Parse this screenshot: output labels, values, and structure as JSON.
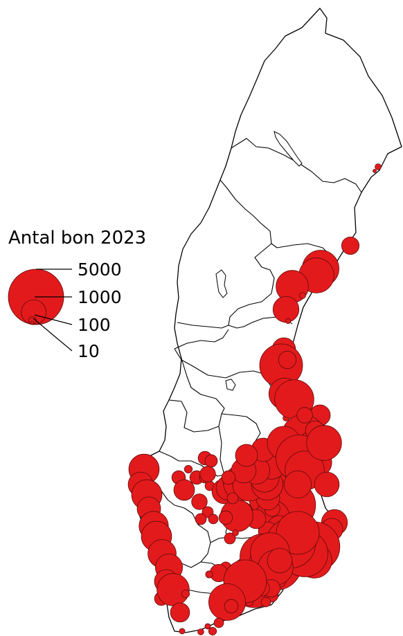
{
  "legend": {
    "title": "Antal bon 2023",
    "fill_color": "#e31a1c",
    "levels": [
      {
        "value": 5000,
        "label": "5000"
      },
      {
        "value": 1000,
        "label": "1000"
      },
      {
        "value": 100,
        "label": "100"
      },
      {
        "value": 10,
        "label": "10"
      }
    ]
  },
  "colors": {
    "marker_fill": "#e31a1c",
    "marker_stroke": "#5a0a0a",
    "outline": "#000000",
    "background": "#ffffff"
  },
  "colonies": [
    {
      "value": 8
    },
    {
      "value": 6
    },
    {
      "value": 500
    },
    {
      "value": 2200
    },
    {
      "value": 2000
    },
    {
      "value": 1700
    },
    {
      "value": 60
    },
    {
      "value": 1100
    },
    {
      "value": 40
    },
    {
      "value": 900
    },
    {
      "value": 3000
    },
    {
      "value": 500
    },
    {
      "value": 1600
    },
    {
      "value": 60
    },
    {
      "value": 2500
    },
    {
      "value": 700
    },
    {
      "value": 3000
    },
    {
      "value": 2000
    },
    {
      "value": 1400
    },
    {
      "value": 800
    },
    {
      "value": 400
    },
    {
      "value": 300
    },
    {
      "value": 300
    },
    {
      "value": 400
    },
    {
      "value": 3000
    },
    {
      "value": 3500
    },
    {
      "value": 5000
    },
    {
      "value": 4000
    },
    {
      "value": 2000
    },
    {
      "value": 900
    },
    {
      "value": 600
    },
    {
      "value": 400
    },
    {
      "value": 900
    },
    {
      "value": 250
    },
    {
      "value": 200
    },
    {
      "value": 200
    },
    {
      "value": 1500
    },
    {
      "value": 1000
    },
    {
      "value": 1500
    },
    {
      "value": 900
    },
    {
      "value": 1400
    },
    {
      "value": 1500
    },
    {
      "value": 1300
    },
    {
      "value": 1200
    },
    {
      "value": 900
    },
    {
      "value": 300
    },
    {
      "value": 1700
    },
    {
      "value": 600
    },
    {
      "value": 100
    },
    {
      "value": 300
    },
    {
      "value": 250
    },
    {
      "value": 100
    },
    {
      "value": 300
    },
    {
      "value": 200
    },
    {
      "value": 150
    },
    {
      "value": 200
    },
    {
      "value": 300
    },
    {
      "value": 700
    },
    {
      "value": 400
    },
    {
      "value": 400
    },
    {
      "value": 200
    },
    {
      "value": 150
    },
    {
      "value": 200
    },
    {
      "value": 1000
    },
    {
      "value": 100
    },
    {
      "value": 700
    },
    {
      "value": 600
    },
    {
      "value": 4500
    },
    {
      "value": 3500
    },
    {
      "value": 4500
    },
    {
      "value": 1000
    },
    {
      "value": 400
    },
    {
      "value": 300
    },
    {
      "value": 150
    },
    {
      "value": 100
    },
    {
      "value": 200
    },
    {
      "value": 500
    },
    {
      "value": 200
    },
    {
      "value": 300
    },
    {
      "value": 100
    },
    {
      "value": 50
    },
    {
      "value": 60
    },
    {
      "value": 50
    },
    {
      "value": 1100
    },
    {
      "value": 800
    },
    {
      "value": 4000
    },
    {
      "value": 2000
    },
    {
      "value": 3500
    },
    {
      "value": 4000
    },
    {
      "value": 3000
    },
    {
      "value": 2500
    },
    {
      "value": 2000
    },
    {
      "value": 1000
    },
    {
      "value": 500
    },
    {
      "value": 400
    },
    {
      "value": 3000
    },
    {
      "value": 2200
    },
    {
      "value": 300
    },
    {
      "value": 150
    },
    {
      "value": 100
    },
    {
      "value": 50
    },
    {
      "value": 1700
    },
    {
      "value": 1000
    },
    {
      "value": 2000
    },
    {
      "value": 1800
    },
    {
      "value": 1600
    },
    {
      "value": 1400
    },
    {
      "value": 1300
    },
    {
      "value": 1200
    },
    {
      "value": 1000
    },
    {
      "value": 900
    },
    {
      "value": 800
    },
    {
      "value": 300
    },
    {
      "value": 200
    },
    {
      "value": 60
    },
    {
      "value": 1800
    },
    {
      "value": 800
    },
    {
      "value": 3500
    },
    {
      "value": 2500
    },
    {
      "value": 1200
    },
    {
      "value": 600
    },
    {
      "value": 2000
    },
    {
      "value": 1000
    },
    {
      "value": 300
    },
    {
      "value": 200
    },
    {
      "value": 80
    },
    {
      "value": 60
    }
  ]
}
